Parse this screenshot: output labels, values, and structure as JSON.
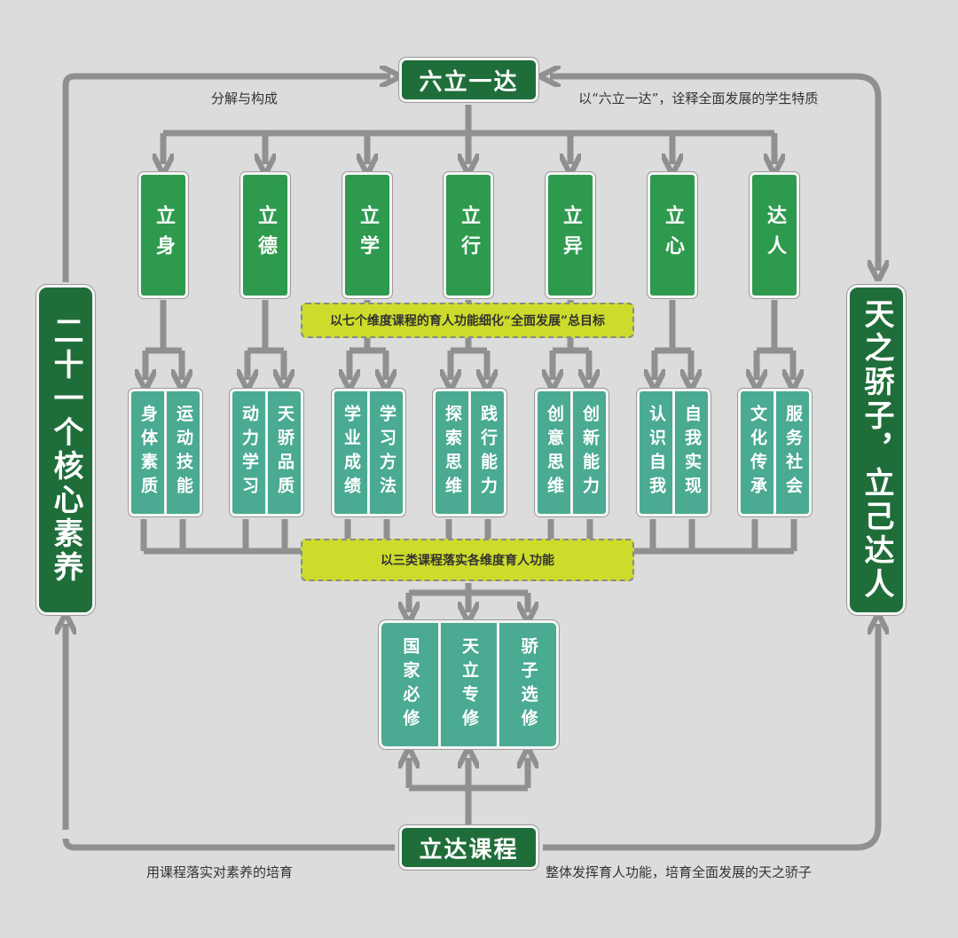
{
  "top_title": "六立一达",
  "bottom_title": "立达课程",
  "left_side": "二十一个核心素养",
  "right_side": "天之骄子，立己达人",
  "notes": {
    "top_left": "分解与构成",
    "top_right": "以“六立一达”，诠释全面发展的学生特质",
    "bottom_left": "用课程落实对素养的培育",
    "bottom_right": "整体发挥育人功能，培育全面发展的天之骄子"
  },
  "band_top": "以七个维度课程的育人功能细化“全面发展”总目标",
  "band_bottom": "以三类课程落实各维度育人功能",
  "dimensions": [
    {
      "name": "立身",
      "subs": [
        "身体素质",
        "运动技能"
      ]
    },
    {
      "name": "立德",
      "subs": [
        "动力学习",
        "天骄品质"
      ]
    },
    {
      "name": "立学",
      "subs": [
        "学业成绩",
        "学习方法"
      ]
    },
    {
      "name": "立行",
      "subs": [
        "探索思维",
        "践行能力"
      ]
    },
    {
      "name": "立异",
      "subs": [
        "创意思维",
        "创新能力"
      ]
    },
    {
      "name": "立心",
      "subs": [
        "认识自我",
        "自我实现"
      ]
    },
    {
      "name": "达人",
      "subs": [
        "文化传承",
        "服务社会"
      ]
    }
  ],
  "courses": [
    "国家必修",
    "天立专修",
    "骄子选修"
  ],
  "colors": {
    "dark_green": "#1f6e3a",
    "green": "#2e9a4e",
    "teal": "#4aaa92",
    "yellow": "#cddc2a",
    "arrow": "#909090",
    "background": "#dcdcdc"
  }
}
